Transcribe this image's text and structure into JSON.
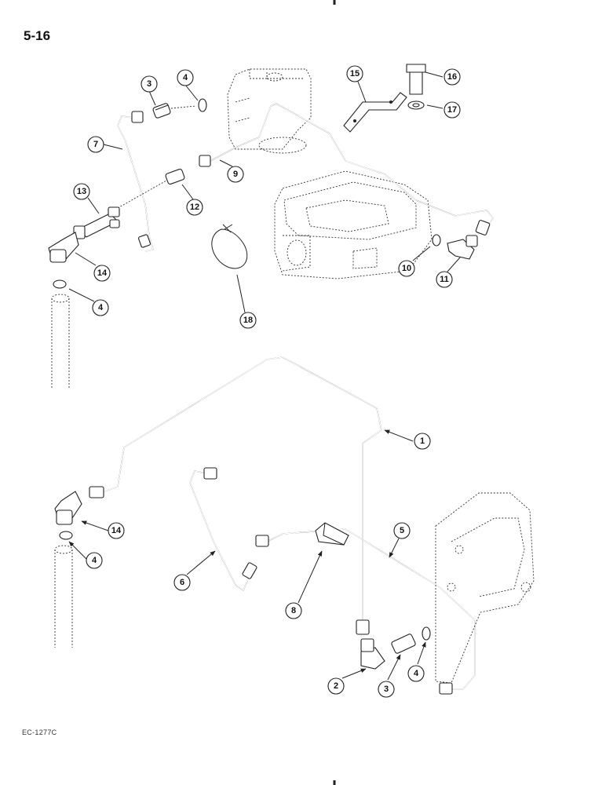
{
  "page": {
    "number": "5-16",
    "figure_ref": "EC-1277C"
  },
  "callouts": [
    "3",
    "4",
    "7",
    "9",
    "12",
    "13",
    "14",
    "4",
    "15",
    "16",
    "17",
    "10",
    "11",
    "18",
    "1",
    "5",
    "6",
    "8",
    "14",
    "4",
    "2",
    "3",
    "4"
  ]
}
